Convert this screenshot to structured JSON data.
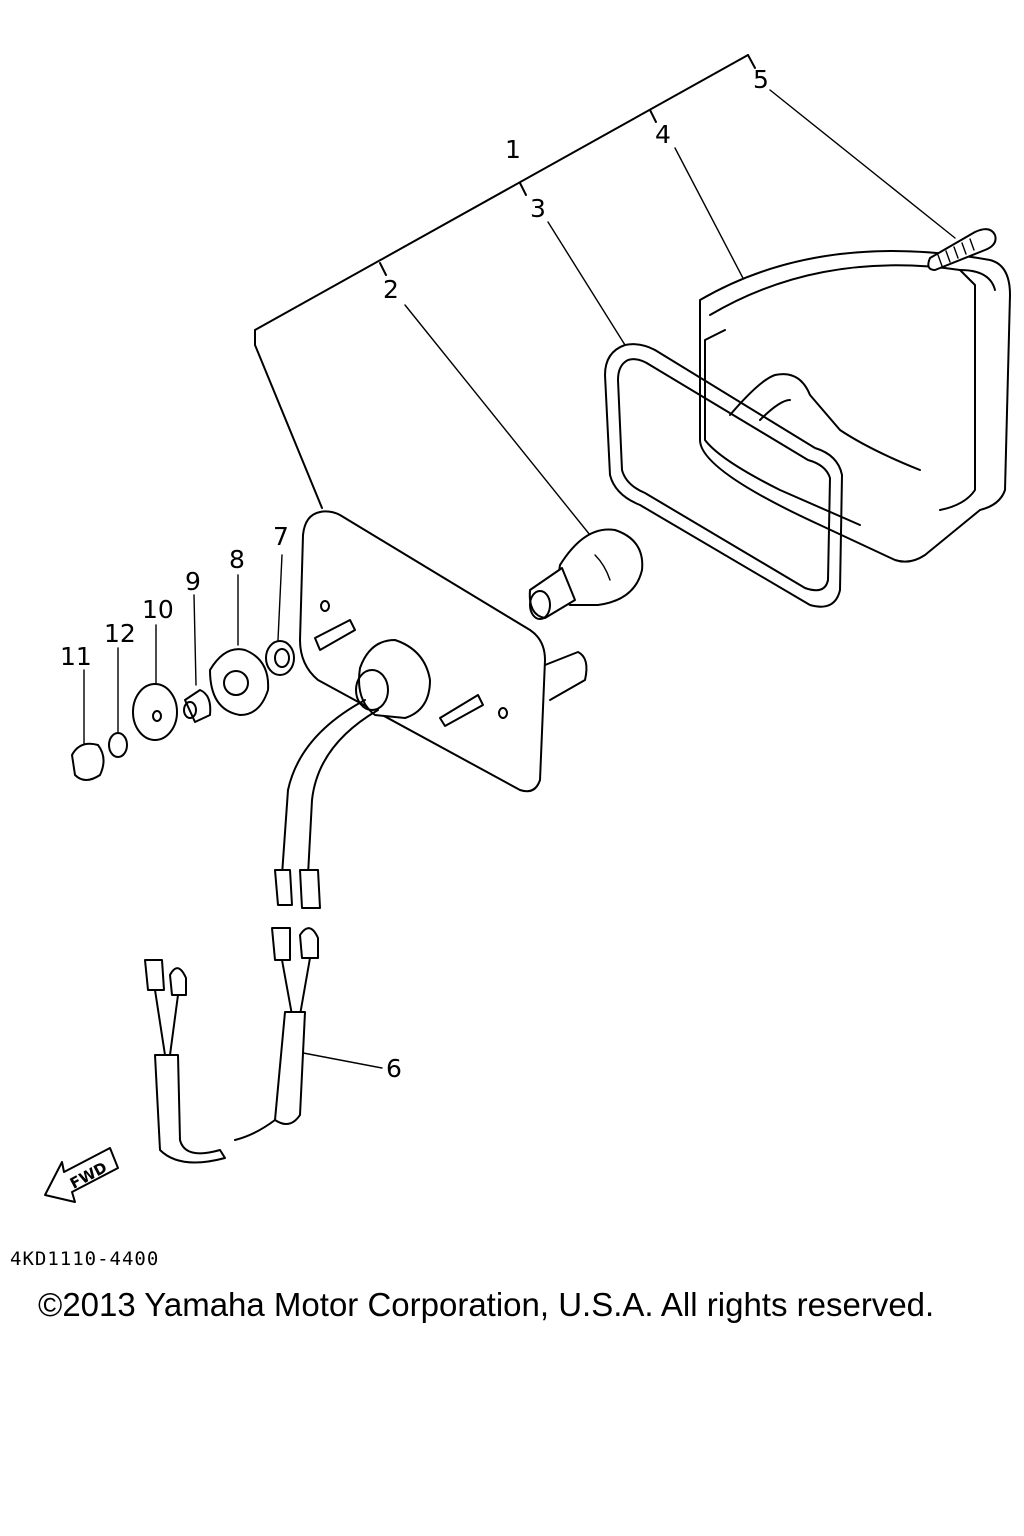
{
  "callouts": [
    {
      "id": "1",
      "label": "1"
    },
    {
      "id": "2",
      "label": "2"
    },
    {
      "id": "3",
      "label": "3"
    },
    {
      "id": "4",
      "label": "4"
    },
    {
      "id": "5",
      "label": "5"
    },
    {
      "id": "6",
      "label": "6"
    },
    {
      "id": "7",
      "label": "7"
    },
    {
      "id": "8",
      "label": "8"
    },
    {
      "id": "9",
      "label": "9"
    },
    {
      "id": "10",
      "label": "10"
    },
    {
      "id": "11",
      "label": "11"
    },
    {
      "id": "12",
      "label": "12"
    }
  ],
  "fwd_arrow": {
    "label": "FWD"
  },
  "footer": {
    "part_code": "4KD1110-4400",
    "copyright": "©2013 Yamaha Motor Corporation, U.S.A. All rights reserved."
  }
}
